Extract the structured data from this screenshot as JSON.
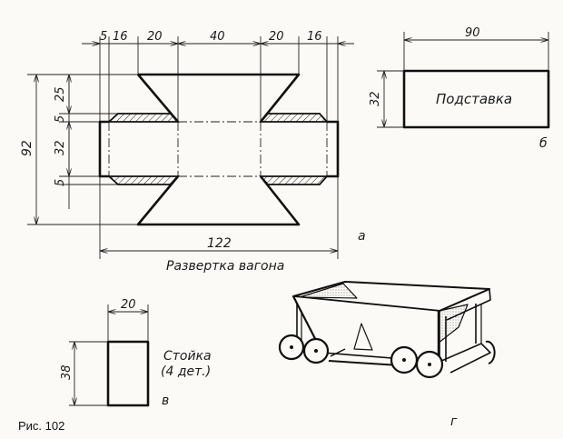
{
  "figure": {
    "caption": "Рис. 102",
    "development": {
      "title": "Развертка вагона",
      "label": "а",
      "top_dims": [
        "5",
        "16",
        "20",
        "40",
        "20",
        "16"
      ],
      "overall_width": "122",
      "overall_height": "92",
      "side_dims": [
        "25",
        "5",
        "32",
        "5"
      ]
    },
    "stand": {
      "name": "Подставка",
      "label": "б",
      "width": "90",
      "height": "32"
    },
    "post": {
      "name": "Стойка",
      "qty": "(4 дет.)",
      "label": "в",
      "width": "20",
      "height": "38"
    },
    "assembled": {
      "label": "г"
    }
  }
}
